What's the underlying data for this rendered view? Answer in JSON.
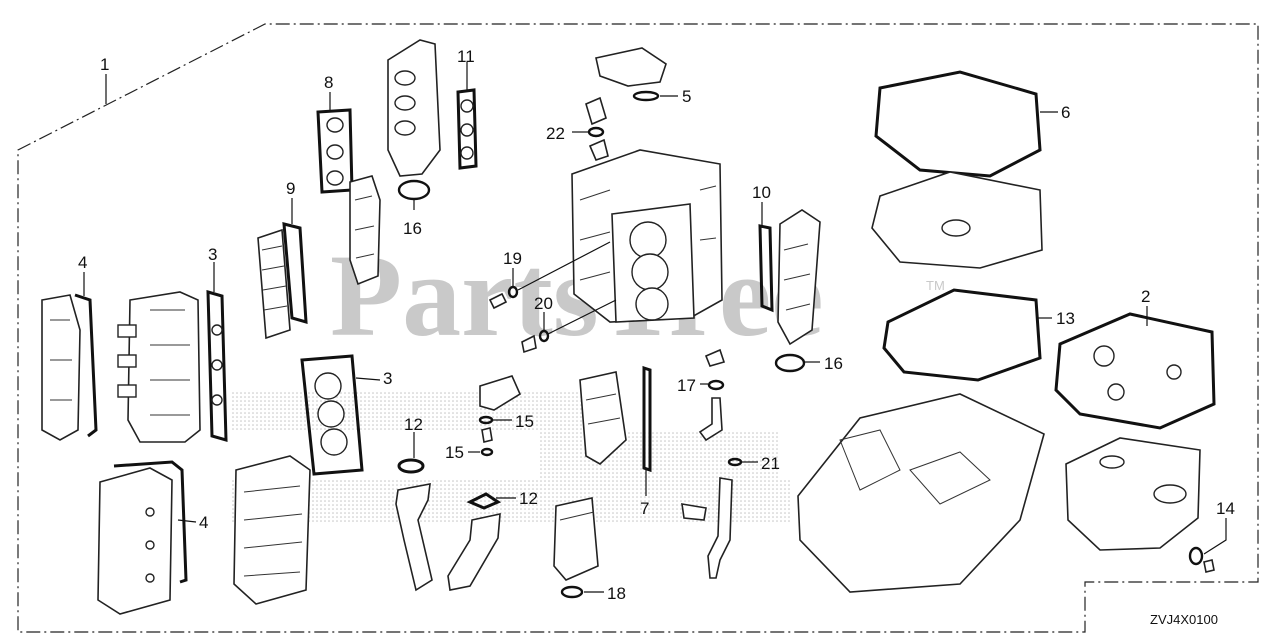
{
  "diagram": {
    "watermark": "PartsTree",
    "trademark": "TM",
    "code": "ZVJ4X0100",
    "callouts": [
      {
        "id": "c1",
        "label": "1"
      },
      {
        "id": "c2",
        "label": "2"
      },
      {
        "id": "c3a",
        "label": "3"
      },
      {
        "id": "c3b",
        "label": "3"
      },
      {
        "id": "c4a",
        "label": "4"
      },
      {
        "id": "c4b",
        "label": "4"
      },
      {
        "id": "c5",
        "label": "5"
      },
      {
        "id": "c6",
        "label": "6"
      },
      {
        "id": "c7",
        "label": "7"
      },
      {
        "id": "c8",
        "label": "8"
      },
      {
        "id": "c9",
        "label": "9"
      },
      {
        "id": "c10",
        "label": "10"
      },
      {
        "id": "c11",
        "label": "11"
      },
      {
        "id": "c12a",
        "label": "12"
      },
      {
        "id": "c12b",
        "label": "12"
      },
      {
        "id": "c13",
        "label": "13"
      },
      {
        "id": "c14",
        "label": "14"
      },
      {
        "id": "c15a",
        "label": "15"
      },
      {
        "id": "c15b",
        "label": "15"
      },
      {
        "id": "c16a",
        "label": "16"
      },
      {
        "id": "c16b",
        "label": "16"
      },
      {
        "id": "c17",
        "label": "17"
      },
      {
        "id": "c18",
        "label": "18"
      },
      {
        "id": "c19",
        "label": "19"
      },
      {
        "id": "c20",
        "label": "20"
      },
      {
        "id": "c21",
        "label": "21"
      },
      {
        "id": "c22",
        "label": "22"
      }
    ]
  }
}
